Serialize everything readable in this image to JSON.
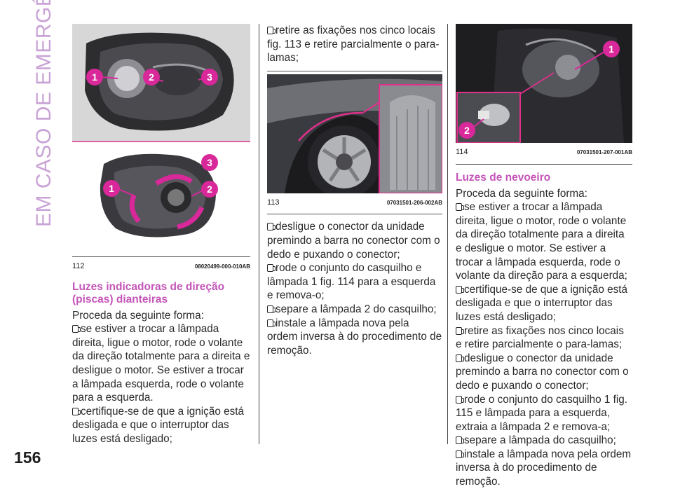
{
  "page": {
    "side_label": "EM CASO DE EMERGÊNCIA",
    "page_number": "156"
  },
  "figures": {
    "f112": {
      "num": "112",
      "code": "08020499-000-010AB",
      "callouts_top": [
        "1",
        "2",
        "3"
      ],
      "callouts_bottom": [
        "3",
        "1",
        "2"
      ]
    },
    "f113": {
      "num": "113",
      "code": "07031501-206-002AB"
    },
    "f114": {
      "num": "114",
      "code": "07031501-207-001AB",
      "callouts": [
        "1",
        "2"
      ]
    }
  },
  "col1": {
    "heading": "Luzes indicadoras de direção (piscas) dianteiras",
    "intro": "Proceda da seguinte forma:",
    "items": [
      "se estiver a trocar a lâmpada direita, ligue o motor, rode o volante da direção totalmente para a direita e desligue o motor. Se estiver a trocar a lâmpada esquerda, rode o volante para a esquerda.",
      "certifique-se de que a ignição está desligada e que o interruptor das luzes está desligado;"
    ]
  },
  "col2": {
    "items_top": [
      "retire as fixações nos cinco locais fig. 113 e retire parcialmente o para-lamas;"
    ],
    "items_bottom": [
      "desligue o conector da unidade premindo a barra no conector com o dedo e puxando o conector;",
      "rode o conjunto do casquilho e lâmpada 1 fig. 114 para a esquerda e remova-o;",
      "separe a lâmpada 2 do casquilho;",
      "instale a lâmpada nova pela ordem inversa à do procedimento de remoção."
    ]
  },
  "col3": {
    "heading": "Luzes de nevoeiro",
    "intro": "Proceda da seguinte forma:",
    "items": [
      "se estiver a trocar a lâmpada direita, ligue o motor, rode o volante da direção totalmente para a direita e desligue o motor. Se estiver a trocar a lâmpada esquerda, rode o volante da direção para a esquerda;",
      "certifique-se de que a ignição está desligada e que o interruptor das luzes está desligado;",
      "retire as fixações nos cinco locais e retire parcialmente o para-lamas;",
      "desligue o conector da unidade premindo a barra no conector com o dedo e puxando o conector;",
      "rode o conjunto do casquilho 1 fig. 115 e lâmpada para a esquerda, extraia a lâmpada 2 e remova-a;",
      "separe a lâmpada do casquilho;",
      "instale a lâmpada nova pela ordem inversa à do procedimento de remoção."
    ]
  },
  "colors": {
    "heading": "#c455b8",
    "callout": "#d8289a",
    "side_label": "#c9a3d6",
    "highlight_frame": "#e0308c"
  }
}
